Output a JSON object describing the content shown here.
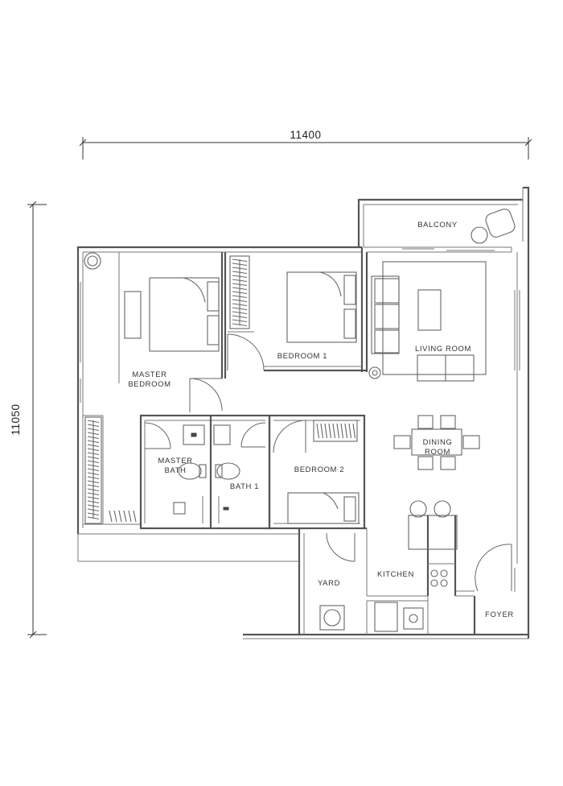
{
  "dimensions": {
    "width_label": "11400",
    "height_label": "11050"
  },
  "rooms": {
    "balcony": "BALCONY",
    "master_bedroom_1": "MASTER",
    "master_bedroom_2": "BEDROOM",
    "bedroom_1": "BEDROOM 1",
    "living_room": "LIVING ROOM",
    "dining_1": "DINING",
    "dining_2": "ROOM",
    "master_bath_1": "MASTER",
    "master_bath_2": "BATH",
    "bath_1": "BATH 1",
    "bedroom_2": "BEDROOM 2",
    "yard": "YARD",
    "kitchen": "KITCHEN",
    "foyer": "FOYER"
  }
}
